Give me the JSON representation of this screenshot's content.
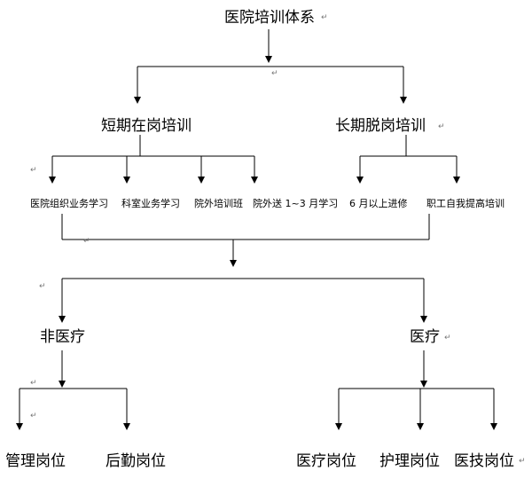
{
  "diagram": {
    "title": "医院培训体系",
    "branch_short": "短期在岗培训",
    "branch_long": "长期脱岗培训",
    "short_items": [
      "医院组织业务学习",
      "科室业务学习",
      "院外培训班",
      "院外送 1~3 月学习"
    ],
    "long_items": [
      "6 月以上进修",
      "职工自我提高培训"
    ],
    "category_nonmedical": "非医疗",
    "category_medical": "医疗",
    "nonmedical_posts": [
      "管理岗位",
      "后勤岗位"
    ],
    "medical_posts": [
      "医疗岗位",
      "护理岗位",
      "医技岗位"
    ],
    "paragraph_mark": "↵"
  },
  "colors": {
    "line": "#000000",
    "text": "#000000",
    "mark": "#777777"
  }
}
